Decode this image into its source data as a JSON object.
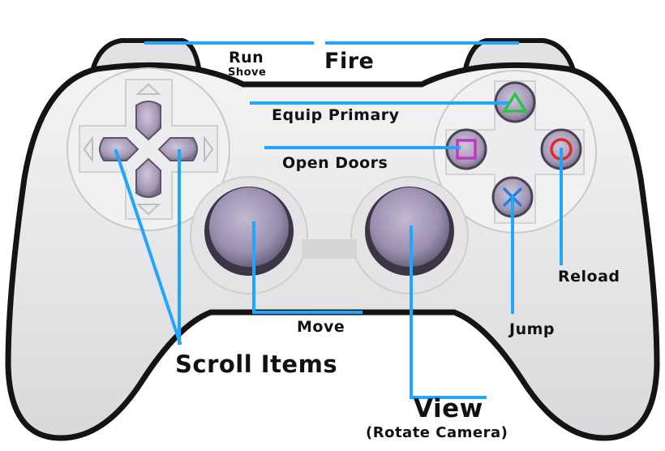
{
  "labels": {
    "run": "Run",
    "shove": "Shove",
    "fire": "Fire",
    "equip_primary": "Equip Primary",
    "open_doors": "Open Doors",
    "reload": "Reload",
    "move": "Move",
    "jump": "Jump",
    "scroll_items": "Scroll Items",
    "view": "View",
    "rotate_camera": "(Rotate Camera)"
  },
  "colors": {
    "callout_line": "#1ea7ff",
    "controller_body": "#e9e9ea",
    "outline": "#141414",
    "button_purple": "#a79cb8",
    "triangle": "#2fc24a",
    "square": "#c236c2",
    "circle": "#e02b2b",
    "cross": "#2a7de0"
  },
  "icons": {
    "triangle": "triangle-icon",
    "square": "square-icon",
    "circle": "circle-icon",
    "cross": "cross-icon"
  }
}
